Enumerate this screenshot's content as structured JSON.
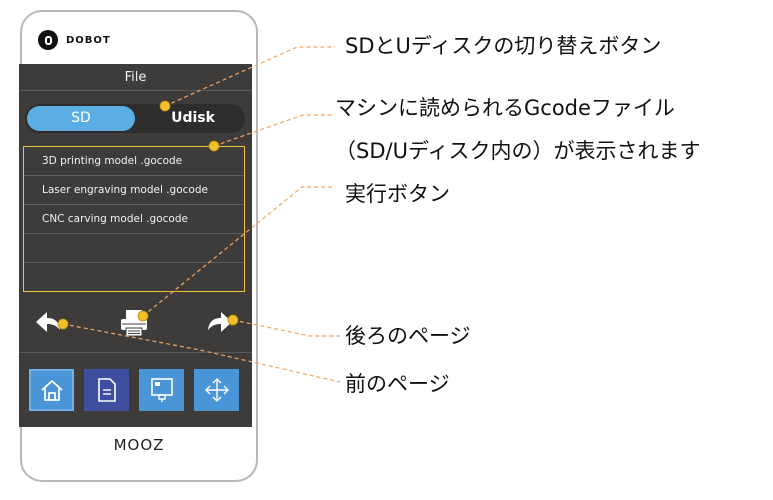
{
  "brand": {
    "name": "DOBOT"
  },
  "screen": {
    "title": "File",
    "tabs": [
      {
        "label": "SD",
        "selected": true
      },
      {
        "label": "Udisk",
        "selected": false
      }
    ],
    "files": [
      "3D printing model .gocode",
      "Laser engraving  model .gocode",
      "CNC carving model .gocode",
      "",
      ""
    ],
    "nav": {
      "prev_icon": "arrow-left-icon",
      "execute_icon": "printer-icon",
      "next_icon": "arrow-right-icon"
    },
    "dock": [
      {
        "icon": "home-icon"
      },
      {
        "icon": "file-icon"
      },
      {
        "icon": "tool-icon"
      },
      {
        "icon": "move-icon"
      }
    ]
  },
  "device": {
    "model": "MOOZ"
  },
  "callouts": {
    "switch_button": "SDとUディスクの切り替えボタン",
    "file_list_line1": "マシンに読められるGcodeファイル",
    "file_list_line2": "（SD/Uディスク内の）が表示されます",
    "execute_button": "実行ボタン",
    "next_page": "後ろのページ",
    "prev_page": "前のページ"
  },
  "colors": {
    "accent_blue": "#5aaee3",
    "screen_bg": "#3d3c3b",
    "highlight_yellow": "#f0c23c",
    "leader_orange": "#f4a460",
    "dock_blue": "#4a94d8",
    "dock_active": "#3e4fa0"
  }
}
